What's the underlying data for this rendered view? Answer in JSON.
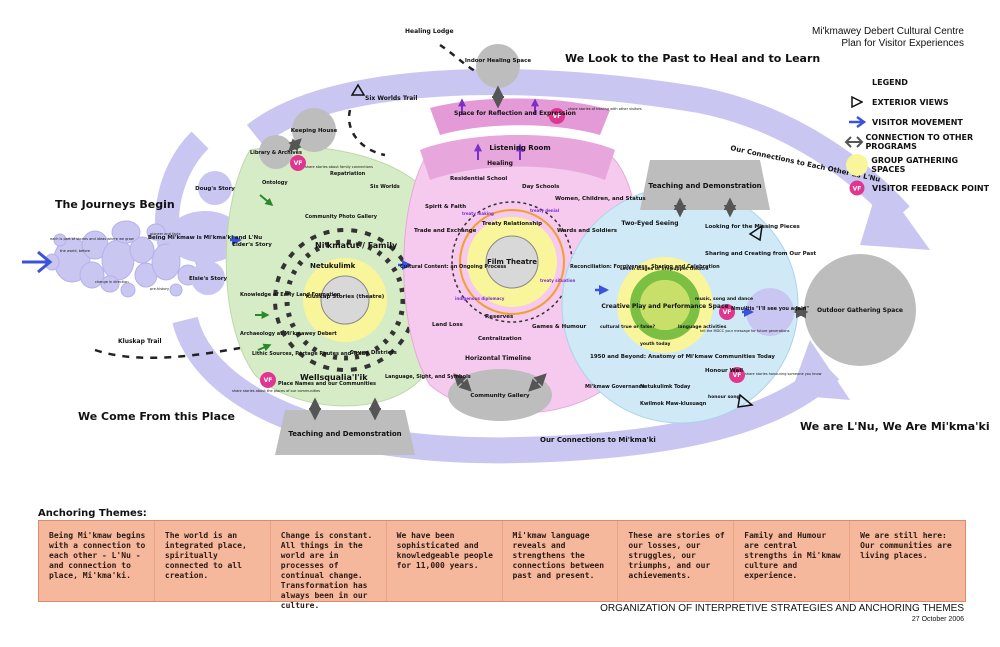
{
  "header": {
    "org": "Mi'kmawey Debert Cultural Centre",
    "plan": "Plan for Visitor Experiences"
  },
  "legend": {
    "title": "LEGEND",
    "items": [
      "EXTERIOR VIEWS",
      "VISITOR MOVEMENT",
      "CONNECTION TO OTHER PROGRAMS",
      "GROUP GATHERING SPACES",
      "VISITOR FEEDBACK POINT"
    ],
    "vf": "VF"
  },
  "diagram": {
    "journeys": "The Journeys Begin",
    "we_come": "We Come From this Place",
    "look_past": "We Look to the Past to Heal and to Learn",
    "we_are": "We are L'Nu, We Are Mi'kma'ki",
    "kluskap_trail": "Kluskap Trail",
    "healing_lodge": "Healing Lodge",
    "six_worlds_trail": "Six Worlds Trail",
    "indoor_healing": "Indoor Healing Space",
    "keeping_house": "Keeping House",
    "library": "Library & Archives",
    "repatriation": "Repatriation",
    "ontology": "Ontology",
    "six_worlds": "Six Worlds",
    "dougs_story": "Doug's Story",
    "elders_story": "Elder's Story",
    "elsies_story": "Elsie's Story",
    "being_mikmaw": "Being Mi'kmaw is Mi'kma'ki and L'Nu",
    "knowledge_early": "Knowledge of Early Land Formation",
    "archaeology": "Archaeology at Mi'kmawey Debert",
    "lithic": "Lithic Sources, Portage Routes and Trade",
    "place_names": "Place Names and our Communities",
    "language": "Language, Sight, and Symbols",
    "nikmatut": "Ni'kmatut / Family",
    "netukulimk": "Netukulimk",
    "wellsqualia": "Wellsqualia'l'ik",
    "community_photo": "Community Photo Gallery",
    "kluskap_stories": "Kluskap Stories (theatre)",
    "seven_districts": "Seven Districts",
    "cultural_content": "Cultural Content: an Ongoing Process",
    "space_reflection": "Space for Reflection and Expression",
    "listening_room": "Listening Room",
    "healing": "Healing",
    "residential_school": "Residential School",
    "day_schools": "Day Schools",
    "spirit_faith": "Spirit & Faith",
    "women_children": "Women, Children, and Status",
    "trade_exchange": "Trade and Exchange",
    "film_theatre": "Film Theatre",
    "treaty_relationship": "Treaty Relationship",
    "wards_soldiers": "Wards and Soldiers",
    "reconciliation": "Reconciliation: Forgiveness, Sharing and Celebration",
    "land_loss": "Land Loss",
    "reserves": "Reserves",
    "centralization": "Centralization",
    "games_humour": "Games & Humour",
    "horizontal_timeline": "Horizontal Timeline",
    "community_gallery": "Community Gallery",
    "two_eyed": "Two-Eyed Seeing",
    "missing_pieces": "Looking for the Missing Pieces",
    "sharing_creating": "Sharing and Creating from Our Past",
    "creative_play": "Creative Play and Performance Space",
    "seven_stages": "seven stages of life",
    "puppet_theatre": "puppet theatre",
    "music": "music, song and dance",
    "cultural_true": "cultural true or false?",
    "language_activities": "language activities",
    "youth_today": "youth today",
    "anatomy": "1950 and Beyond: Anatomy of Mi'kmaw Communities Today",
    "governance": "Mi'kmaw Governance",
    "netukulimk_today": "Netukulimk Today",
    "kwilmok": "Kwilmok Maw-klusuaqn",
    "honour_wall": "Honour Wall",
    "honour_song": "honour song",
    "nmultes": "Nmu'ltis \"I'll see you again\"",
    "outdoor": "Outdoor Gathering Space",
    "teaching_demo": "Teaching and Demonstration",
    "connections_others": "Our Connections to Each Other as L'Nu",
    "connections_mikmaki": "Our Connections to Mi'kma'ki",
    "vf_stories_healing": "share stories of healing with other visitors",
    "vf_family": "share stories about family connections",
    "vf_places": "share stories about the places of our communities",
    "vf_mdcc": "tell the MDCC your message for future generations",
    "vf_honour": "share stories honouring someone you know",
    "treaty_making": "treaty making",
    "treaty_denial": "treaty denial",
    "indigenous_diplomacy": "indigenous diplomacy",
    "treaty_situation": "treaty situation",
    "small_texts": [
      "each is part of stories and ideas where we grow",
      "the world, before",
      "pioneer and facts",
      "change in direction",
      "pre-history"
    ]
  },
  "themes": {
    "title": "Anchoring Themes:",
    "items": [
      "Being Mi'kmaw begins with a connection to each other - L'Nu - and connection to place, Mi'kma'ki.",
      "The world is an integrated place, spiritually connected to all creation.",
      "Change is constant. All things in the world are in processes of continual change. Transformation has always been in our culture.",
      "We have been sophisticated and knowledgeable people for 11,000 years.",
      "Mi'kmaw language reveals and strengthens the connections between past and present.",
      "These are stories of our losses, our struggles, our triumphs, and our achievements.",
      "Family and Humour are central strengths in Mi'kmaw culture and experience.",
      "We are still here: Our communities are living places."
    ]
  },
  "footer": {
    "title": "ORGANIZATION OF INTERPRETIVE STRATEGIES AND ANCHORING THEMES",
    "date": "27 October 2006"
  },
  "colors": {
    "lavender": "#c9c6f2",
    "green": "#d6ecc6",
    "pink": "#f6c9ee",
    "blue": "#cfe9f6",
    "grey": "#bdbdbd",
    "yellow": "#f8f59a",
    "magenta": "#e0368f",
    "arrow_blue": "#3a53d8",
    "themes_bg": "#f6b89c"
  }
}
